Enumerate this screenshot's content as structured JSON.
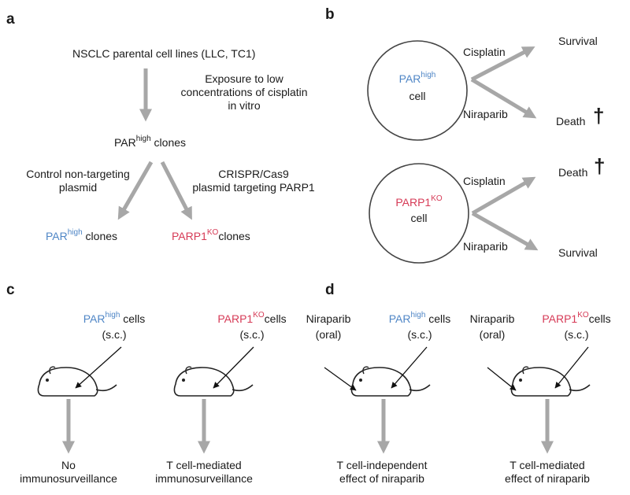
{
  "colors": {
    "arrow": "#a7a7a7",
    "text": "#1a1a1a",
    "par_blue": "#4f86c6",
    "parp1_red": "#d63a56"
  },
  "panel_labels": {
    "a": "a",
    "b": "b",
    "c": "c",
    "d": "d"
  },
  "panel_a": {
    "top": "NSCLC  parental cell lines (LLC, TC1)",
    "exposure": [
      "Exposure to low",
      "concentrations of cisplatin",
      "in vitro"
    ],
    "clones_mid": {
      "base": "PAR",
      "sup": "high",
      "tail": " clones"
    },
    "left_branch": [
      "Control non-targeting",
      "plasmid"
    ],
    "right_branch": [
      "CRISPR/Cas9",
      "plasmid targeting PARP1"
    ],
    "left_out": {
      "base": "PAR",
      "sup": "high",
      "tail": " clones"
    },
    "right_out": {
      "base": "PARP1",
      "sup": "KO",
      "tail": "clones"
    }
  },
  "panel_b": {
    "cell1": {
      "base": "PAR",
      "sup": "high",
      "line2": "cell"
    },
    "cell2": {
      "base": "PARP1",
      "sup": "KO",
      "line2": "cell"
    },
    "cisplatin": "Cisplatin",
    "niraparib": "Niraparib",
    "survival": "Survival",
    "death": "Death",
    "dagger": "†"
  },
  "panel_c": {
    "m1_cells": {
      "base": "PAR",
      "sup": "high",
      "tail": " cells"
    },
    "m1_route": "(s.c.)",
    "m1_out": [
      "No",
      "immunosurveillance"
    ],
    "m2_cells": {
      "base": "PARP1",
      "sup": "KO",
      "tail": "cells"
    },
    "m2_route": "(s.c.)",
    "m2_out": [
      "T cell-mediated",
      "immunosurveillance"
    ]
  },
  "panel_d": {
    "niraparib": "Niraparib",
    "oral": "(oral)",
    "m1_cells": {
      "base": "PAR",
      "sup": "high",
      "tail": " cells"
    },
    "m1_route": "(s.c.)",
    "m1_out": [
      "T cell-independent",
      "effect of niraparib"
    ],
    "m2_cells": {
      "base": "PARP1",
      "sup": "KO",
      "tail": "cells"
    },
    "m2_route": "(s.c.)",
    "m2_out": [
      "T cell-mediated",
      "effect of niraparib"
    ]
  }
}
